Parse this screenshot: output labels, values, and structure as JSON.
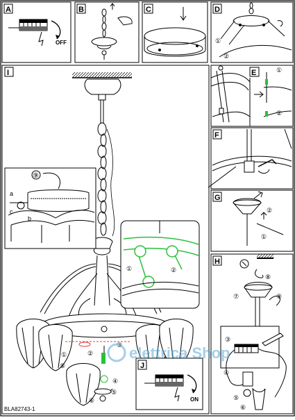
{
  "panels": {
    "A": {
      "label": "A",
      "switch_text": "OFF"
    },
    "B": {
      "label": "B"
    },
    "C": {
      "label": "C"
    },
    "D": {
      "label": "D",
      "step1": "①",
      "step2": "②"
    },
    "E": {
      "label": "E",
      "step1": "①",
      "step2": "②"
    },
    "F": {
      "label": "F"
    },
    "G": {
      "label": "G",
      "step1": "①",
      "step2": "②"
    },
    "H": {
      "label": "H",
      "step7": "⑦",
      "step8": "⑧",
      "step9": "⑨",
      "step3": "③",
      "step4": "④",
      "step5": "⑤",
      "step6": "⑥"
    },
    "I": {
      "label": "I"
    },
    "J": {
      "label": "J",
      "switch_text": "ON"
    }
  },
  "detail9": {
    "label": "⑨",
    "a": "a",
    "b": "b",
    "c": "c"
  },
  "detail_green": {
    "step1": "①",
    "step2": "②"
  },
  "main_steps": {
    "s1": "①",
    "s2": "②",
    "s3": "③",
    "s4": "④",
    "s5": "⑤",
    "s6": "⑥",
    "s8": "⑧"
  },
  "part_number": "BLA82743-1",
  "watermark": "elettrica Shop",
  "colors": {
    "ink": "#000000",
    "green": "#2bbf3b",
    "red": "#e23b3b",
    "blue": "#5aa9d6"
  }
}
